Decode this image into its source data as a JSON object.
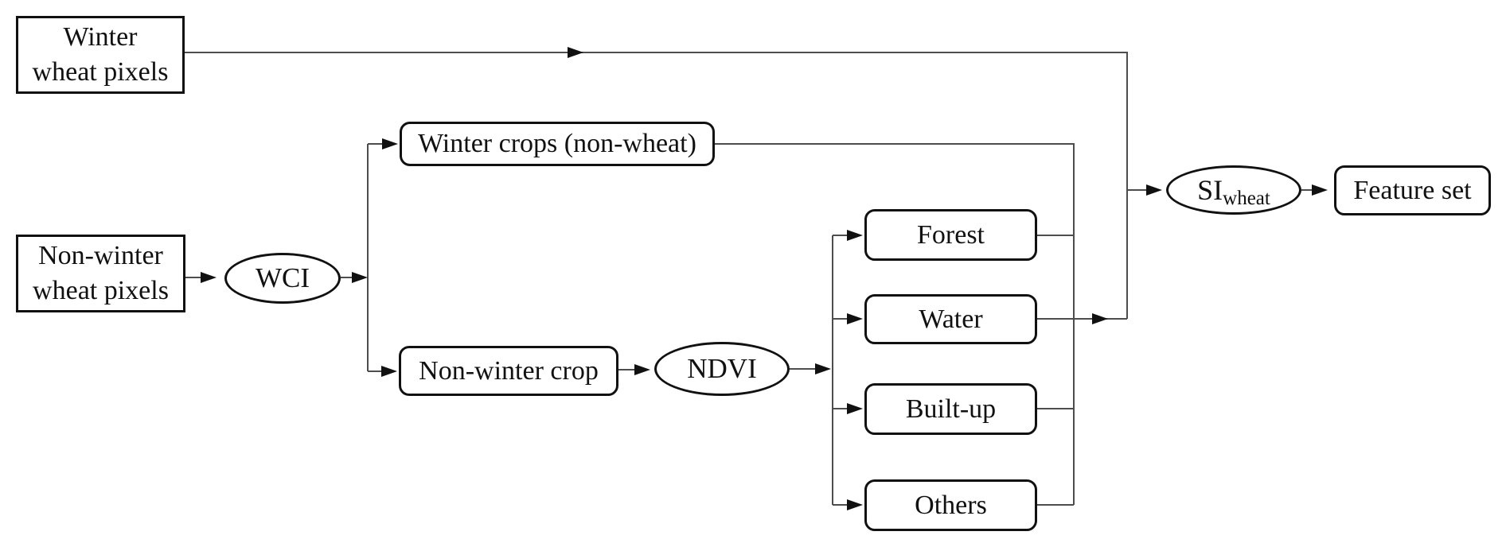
{
  "figure": {
    "background_color": "#ffffff",
    "edge_color": "#4d4d4d",
    "border_color": "#111111",
    "arrow_color": "#111111",
    "nodes": {
      "winter_wheat_pixels": {
        "shape": "rectangle",
        "lines": [
          "Winter",
          "wheat pixels"
        ]
      },
      "non_winter_wheat_pixels": {
        "shape": "rectangle",
        "lines": [
          "Non-winter",
          "wheat pixels"
        ]
      },
      "wci": {
        "shape": "ellipse",
        "label": "WCI"
      },
      "winter_crops_non_wheat": {
        "shape": "rounded-rectangle",
        "label": "Winter crops (non-wheat)"
      },
      "non_winter_crop": {
        "shape": "rounded-rectangle",
        "label": "Non-winter crop"
      },
      "ndvi": {
        "shape": "ellipse",
        "label": "NDVI"
      },
      "forest": {
        "shape": "rounded-rectangle",
        "label": "Forest"
      },
      "water": {
        "shape": "rounded-rectangle",
        "label": "Water"
      },
      "built_up": {
        "shape": "rounded-rectangle",
        "label": "Built-up"
      },
      "others": {
        "shape": "rounded-rectangle",
        "label": "Others"
      },
      "si_wheat": {
        "shape": "ellipse",
        "label_main": "SI",
        "label_subscript": "wheat"
      },
      "feature_set": {
        "shape": "rounded-rectangle",
        "label": "Feature set"
      }
    }
  }
}
